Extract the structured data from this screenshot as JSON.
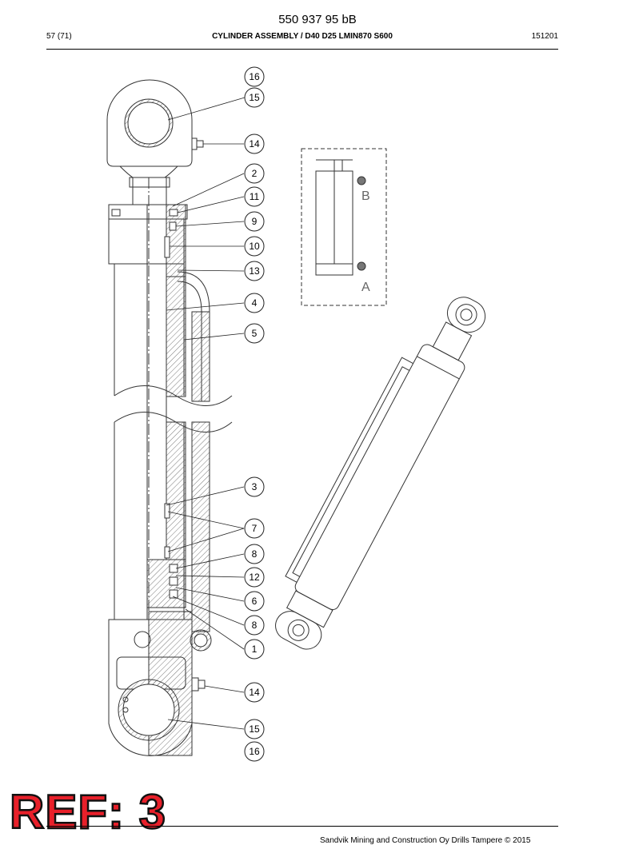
{
  "document": {
    "number": "550 937 95 bB",
    "page": "57 (71)",
    "title": "CYLINDER ASSEMBLY / D40 D25 LMIN870 S600",
    "date": "151201",
    "footer": "Sandvik Mining and Construction Oy Drills Tampere © 2015",
    "stamp": "REF: 3"
  },
  "hydraulic_symbol": {
    "port_b": "B",
    "port_a": "A"
  },
  "callouts": [
    {
      "label": "16"
    },
    {
      "label": "15"
    },
    {
      "label": "14"
    },
    {
      "label": "2"
    },
    {
      "label": "11"
    },
    {
      "label": "9"
    },
    {
      "label": "10"
    },
    {
      "label": "13"
    },
    {
      "label": "4"
    },
    {
      "label": "5"
    },
    {
      "label": "3"
    },
    {
      "label": "7"
    },
    {
      "label": "8"
    },
    {
      "label": "12"
    },
    {
      "label": "6"
    },
    {
      "label": "8"
    },
    {
      "label": "1"
    },
    {
      "label": "14"
    },
    {
      "label": "15"
    },
    {
      "label": "16"
    }
  ]
}
